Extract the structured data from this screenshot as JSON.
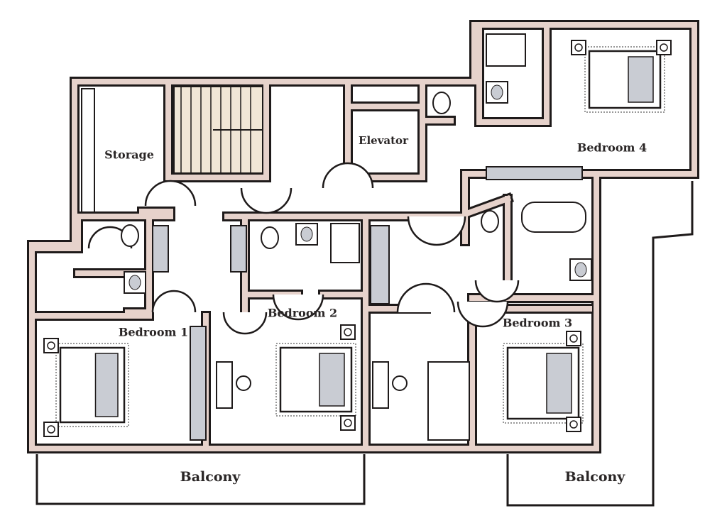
{
  "title": "Floor plan",
  "colors": {
    "wall_fill": "#e6d2cb",
    "wall_outline": "#1e1a1a",
    "fixture_shade": "#c9ccd3"
  },
  "rooms": {
    "storage": "Storage",
    "elevator": "Elevator",
    "bedroom4": "Bedroom 4",
    "bedroom1": "Bedroom 1",
    "bedroom2": "Bedroom 2",
    "bedroom3": "Bedroom 3",
    "balcony_left": "Balcony",
    "balcony_right": "Balcony"
  }
}
